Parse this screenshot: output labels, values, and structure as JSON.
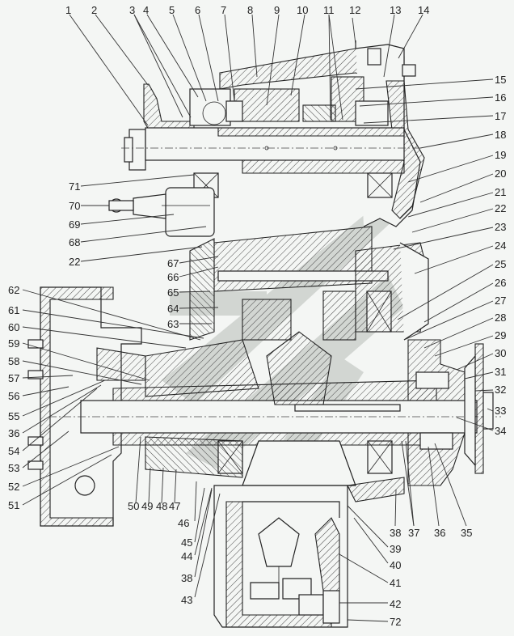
{
  "diagram": {
    "type": "technical cross-section",
    "watermark_color": "#b8bcb8",
    "line_color": "#222222",
    "background": "#f4f6f4"
  },
  "callouts": {
    "top": [
      "1",
      "2",
      "3",
      "4",
      "5",
      "6",
      "7",
      "8",
      "9",
      "10",
      "11",
      "12",
      "13",
      "14"
    ],
    "right": [
      "15",
      "16",
      "17",
      "18",
      "19",
      "20",
      "21",
      "22",
      "23",
      "24",
      "25",
      "26",
      "27",
      "28",
      "29",
      "30",
      "31",
      "32",
      "33",
      "34"
    ],
    "bottom_right": [
      "35",
      "36",
      "37",
      "38",
      "39",
      "40",
      "41",
      "42",
      "72"
    ],
    "bottom_left": [
      "43",
      "38",
      "44",
      "45",
      "46",
      "47",
      "48",
      "49",
      "50"
    ],
    "left_lower": [
      "51",
      "52",
      "53",
      "54",
      "36",
      "55",
      "56",
      "57",
      "58",
      "59",
      "60",
      "61",
      "62"
    ],
    "left_upper": [
      "71",
      "70",
      "69",
      "68",
      "22"
    ],
    "inner": [
      "67",
      "66",
      "65",
      "64",
      "63"
    ]
  }
}
